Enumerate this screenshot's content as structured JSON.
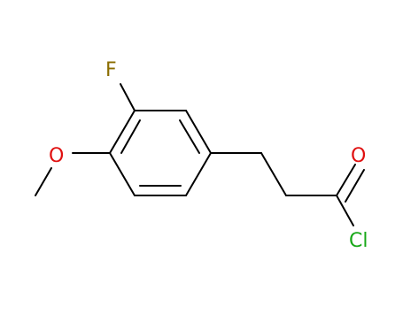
{
  "molecule": {
    "atoms": {
      "fluorine": {
        "symbol": "F",
        "color": "#8b6d00"
      },
      "oxygen_methoxy": {
        "symbol": "O",
        "color": "#e01010"
      },
      "oxygen_carbonyl": {
        "symbol": "O",
        "color": "#e01010"
      },
      "chlorine": {
        "symbol": "Cl",
        "color": "#18a818"
      }
    },
    "bond_color": "#000000"
  }
}
